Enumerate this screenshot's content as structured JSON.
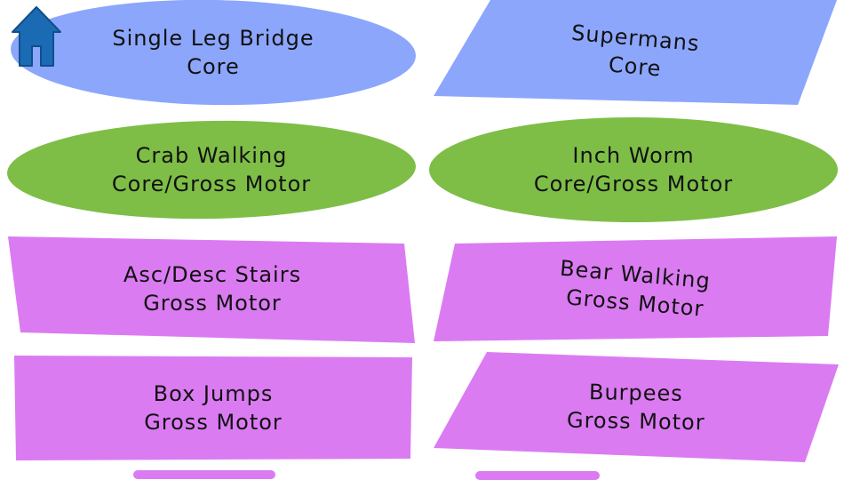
{
  "colors": {
    "blue": "#8ca6fc",
    "green": "#7ebe47",
    "purple": "#db7bf2",
    "home_icon": "#1a6bb3"
  },
  "home_button": {
    "icon": "home-icon"
  },
  "exercises": [
    {
      "name": "Single Leg Bridge",
      "category": "Core"
    },
    {
      "name": "Supermans",
      "category": "Core"
    },
    {
      "name": "Crab Walking",
      "category": "Core/Gross Motor"
    },
    {
      "name": "Inch Worm",
      "category": "Core/Gross Motor"
    },
    {
      "name": "Asc/Desc Stairs",
      "category": "Gross Motor"
    },
    {
      "name": "Bear Walking",
      "category": "Gross Motor"
    },
    {
      "name": "Box Jumps",
      "category": "Gross Motor"
    },
    {
      "name": "Burpees",
      "category": "Gross Motor"
    }
  ]
}
